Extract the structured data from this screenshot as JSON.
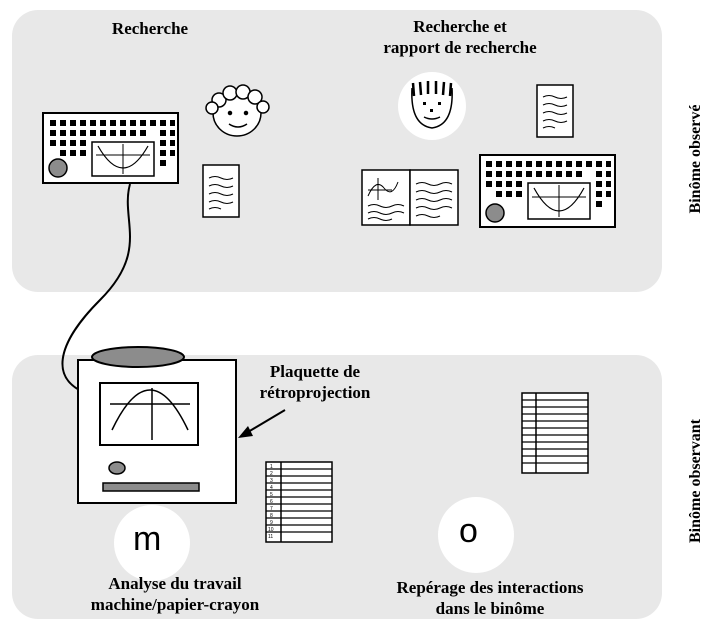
{
  "labels": {
    "recherche": "Recherche",
    "recherche_rapport": "Recherche et\nrapport de recherche",
    "plaquette": "Plaquette de\nrétroprojection",
    "analyse": "Analyse du travail\nmachine/papier-crayon",
    "reperage": "Repérage des interactions\ndans le binôme"
  },
  "side_labels": {
    "observe": "Binôme observé",
    "observant": "Binôme observant"
  },
  "letters": {
    "m": "m",
    "o": "o"
  },
  "sheet_numbers": [
    "1",
    "2",
    "3",
    "4",
    "5",
    "6",
    "7",
    "8",
    "9",
    "10",
    "11"
  ],
  "colors": {
    "panel": "#e8e8e8",
    "ink": "#000000",
    "oval_fill": "#8c8c8c"
  }
}
